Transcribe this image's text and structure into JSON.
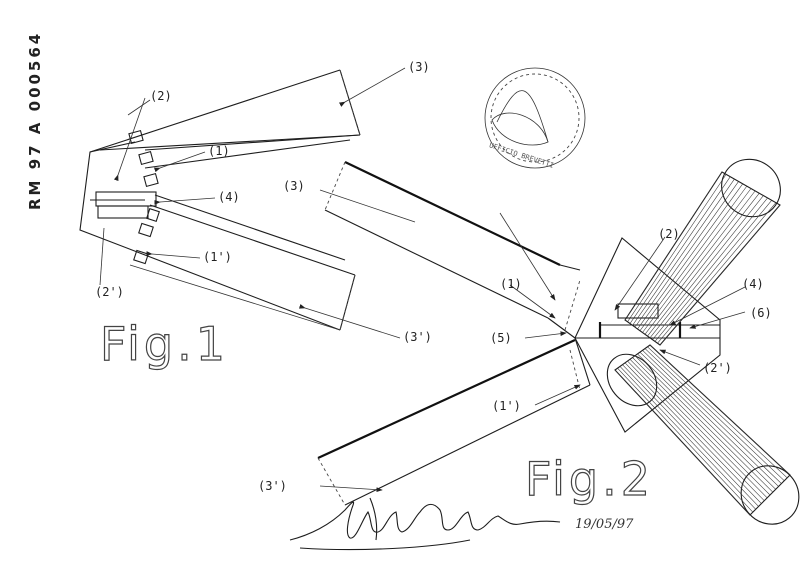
{
  "document": {
    "doc_number": "RM 97 A 000564",
    "fig1_title": "Fig.1",
    "fig2_title": "Fig.2",
    "signature_date": "19/05/97"
  },
  "fig1_labels": {
    "l1": "(1)",
    "l1p": "(1')",
    "l2": "(2)",
    "l2p": "(2')",
    "l3": "(3)",
    "l3p": "(3')",
    "l4": "(4)"
  },
  "fig2_labels": {
    "l1": "(1)",
    "l1p": "(1')",
    "l2": "(2)",
    "l2p": "(2')",
    "l3": "(3)",
    "l3p": "(3')",
    "l4": "(4)",
    "l5": "(5)",
    "l6": "(6)"
  }
}
